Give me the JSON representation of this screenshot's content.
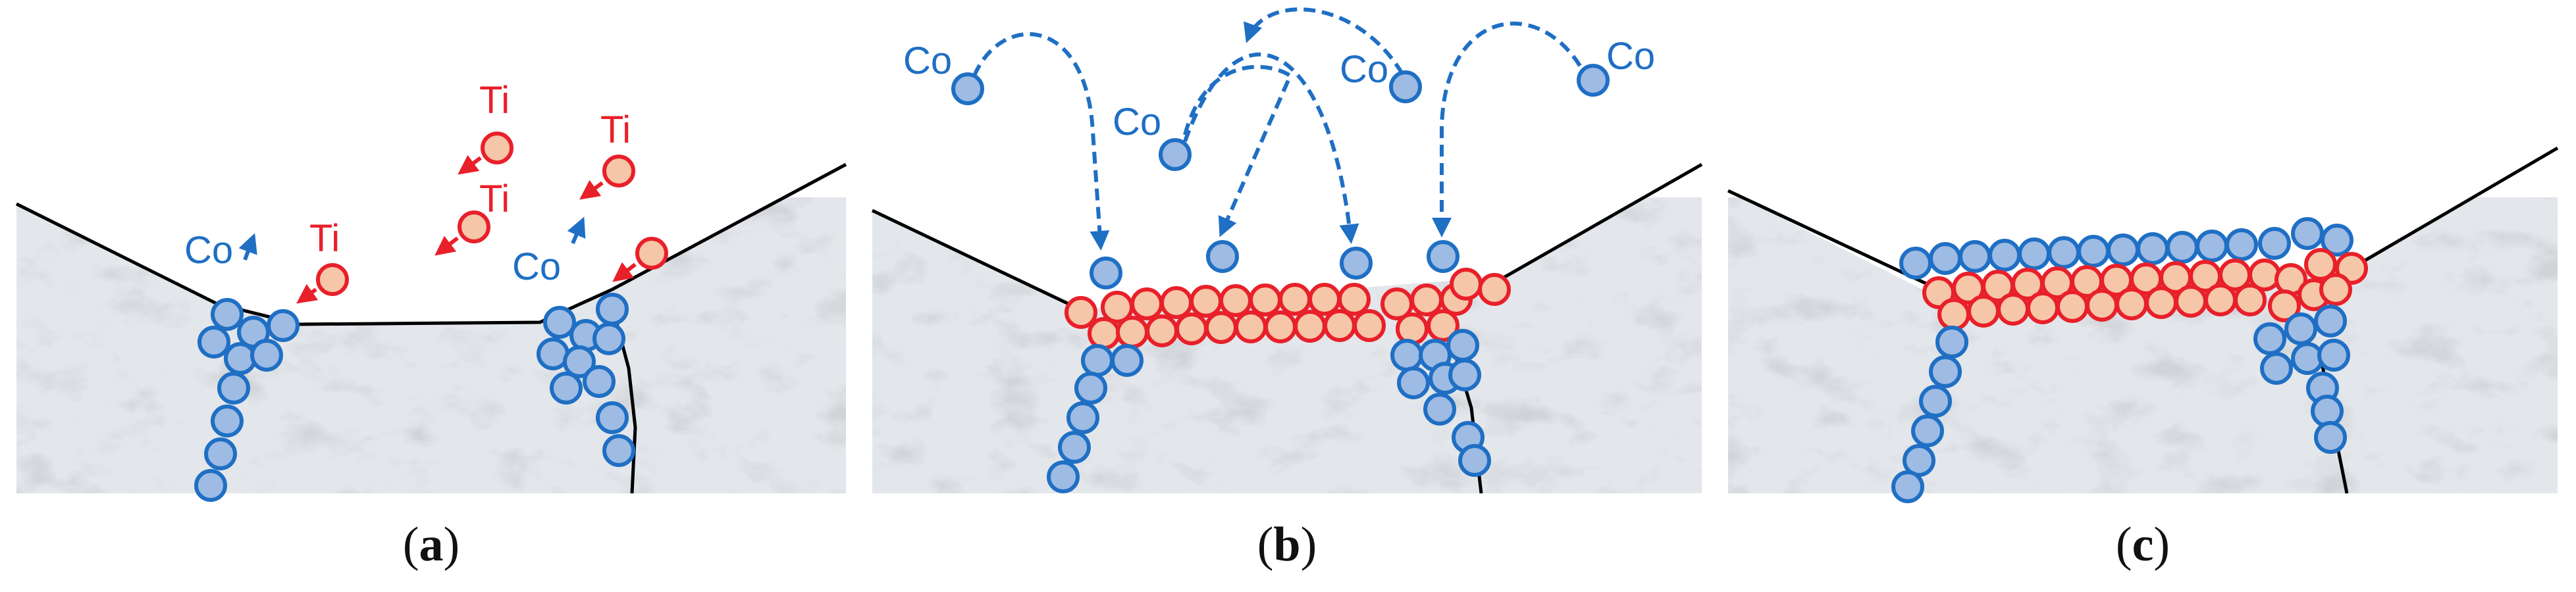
{
  "colors": {
    "co_stroke": "#1f6fc4",
    "co_fill": "#9dbbe3",
    "ti_stroke": "#e8202a",
    "ti_fill": "#f6c6a8",
    "boundary": "#000000",
    "grain": "#dfe2e6"
  },
  "panels": [
    {
      "id": "a",
      "caption_letter": "a",
      "labels": [
        {
          "text": "Co",
          "element": "co"
        },
        {
          "text": "Co",
          "element": "co"
        },
        {
          "text": "Ti",
          "element": "ti"
        },
        {
          "text": "Ti",
          "element": "ti"
        },
        {
          "text": "Ti",
          "element": "ti"
        },
        {
          "text": "Ti",
          "element": "ti"
        }
      ]
    },
    {
      "id": "b",
      "caption_letter": "b",
      "labels": [
        {
          "text": "Co",
          "element": "co"
        },
        {
          "text": "Co",
          "element": "co"
        },
        {
          "text": "Co",
          "element": "co"
        },
        {
          "text": "Co",
          "element": "co"
        }
      ]
    },
    {
      "id": "c",
      "caption_letter": "c",
      "labels": []
    }
  ]
}
